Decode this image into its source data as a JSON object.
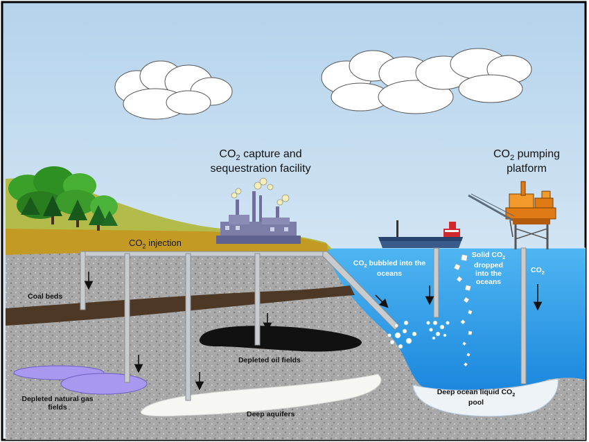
{
  "labels": {
    "facility": {
      "co": "CO",
      "sub": "2",
      "rest": " capture and",
      "line2": "sequestration facility"
    },
    "platform": {
      "co": "CO",
      "sub": "2",
      "rest": " pumping",
      "line2": "platform"
    },
    "injection": {
      "co": "CO",
      "sub": "2",
      "rest": " injection"
    },
    "coal_beds": "Coal beds",
    "depleted_gas": {
      "line1": "Depleted natural gas",
      "line2": "fields"
    },
    "depleted_oil": "Depleted oil fields",
    "deep_aquifers": "Deep aquifers",
    "bubbled": {
      "co": "CO",
      "sub": "2",
      "rest": " bubbled into the",
      "line2": "oceans"
    },
    "solid": {
      "pre": "Solid CO",
      "sub": "2",
      "line2": "dropped",
      "line3": "into the",
      "line4": "oceans"
    },
    "platform_co2": {
      "co": "CO",
      "sub": "2"
    },
    "ocean_pool": {
      "pre": "Deep ocean liquid CO",
      "sub": "2",
      "line2": "pool"
    }
  },
  "colors": {
    "sky_top": "#bcd8ee",
    "sky_bottom": "#e4f0f8",
    "ocean": "#1e90e6",
    "ground": "#a7a7a7",
    "grass": "#b3bc4a",
    "soil": "#c39b24",
    "coal": "#4d3825",
    "oil": "#111111",
    "gas": "#a898f0",
    "aquifer": "#f6f6f2",
    "pipe": "#c8cccf",
    "platform": "#e07a14"
  }
}
